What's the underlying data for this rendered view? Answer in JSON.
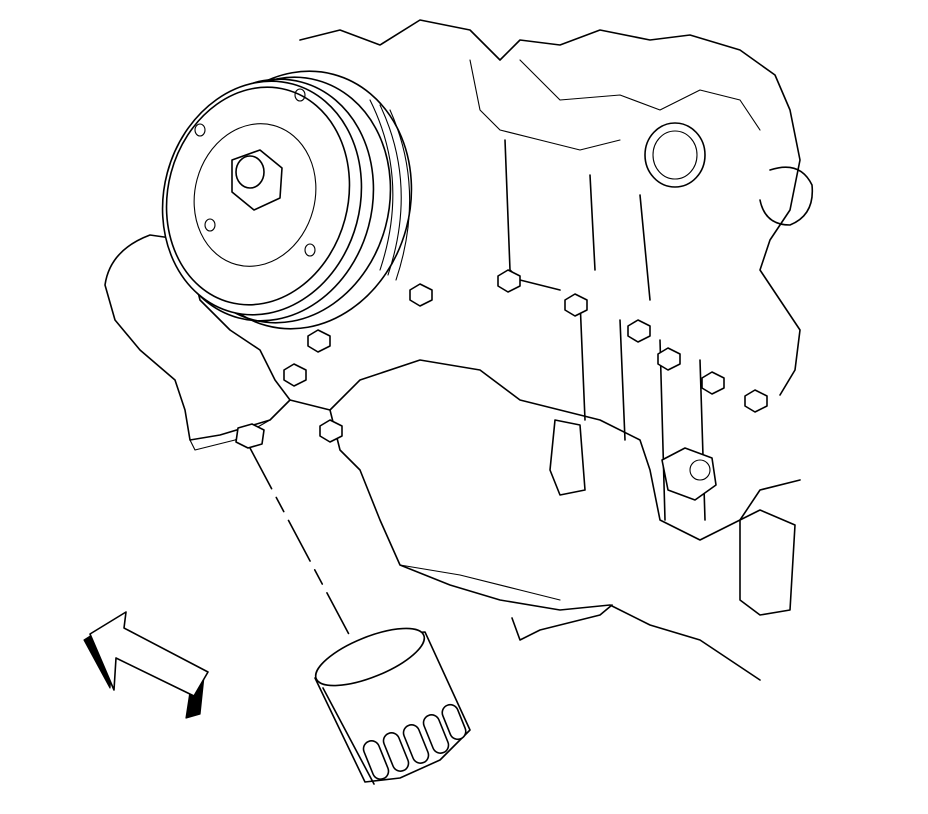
{
  "figure": {
    "subject": "engine-oil-filter-removal",
    "background_color": "#ffffff",
    "line_color": "#000000"
  },
  "icons": {
    "direction_arrow": "arrow-up-left-icon"
  },
  "parts": {
    "pulley_bolt_count": 4,
    "oil_pan_bolt_count": 10,
    "filter_flute_count": 5
  }
}
